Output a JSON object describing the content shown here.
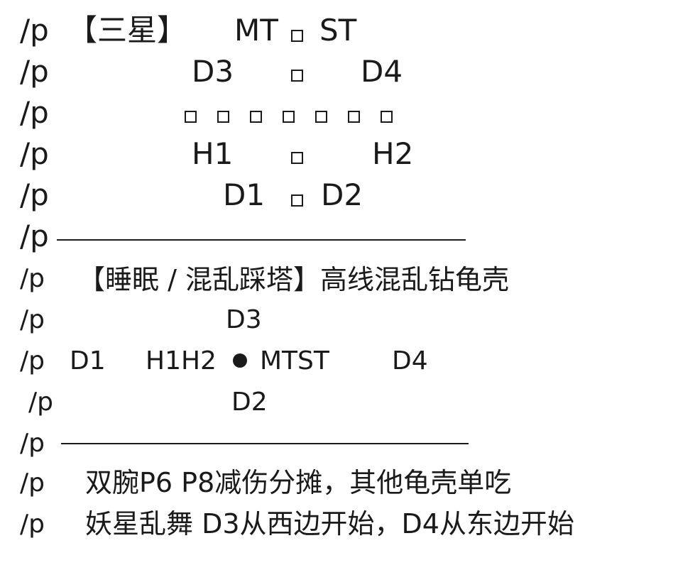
{
  "prefix": "/p",
  "formation": {
    "title": "【三星】",
    "row1": {
      "a": "MT",
      "b": "ST"
    },
    "row2": {
      "a": "D3",
      "b": "D4"
    },
    "row4": {
      "a": "H1",
      "b": "H2"
    },
    "row5": {
      "a": "D1",
      "b": "D2"
    }
  },
  "mechanic": {
    "title": "【睡眠 / 混乱踩塔】高线混乱钻龟壳",
    "top": "D3",
    "left": "D1",
    "center_left": "H1H2",
    "center_right": "MTST",
    "right": "D4",
    "bottom": "D2"
  },
  "notes": {
    "line1": "双腕P6 P8减伤分摊，其他龟壳单吃",
    "line2": "妖星乱舞 D3从西边开始，D4从东边开始"
  },
  "colors": {
    "text": "#1a1a1a",
    "background": "#ffffff"
  }
}
